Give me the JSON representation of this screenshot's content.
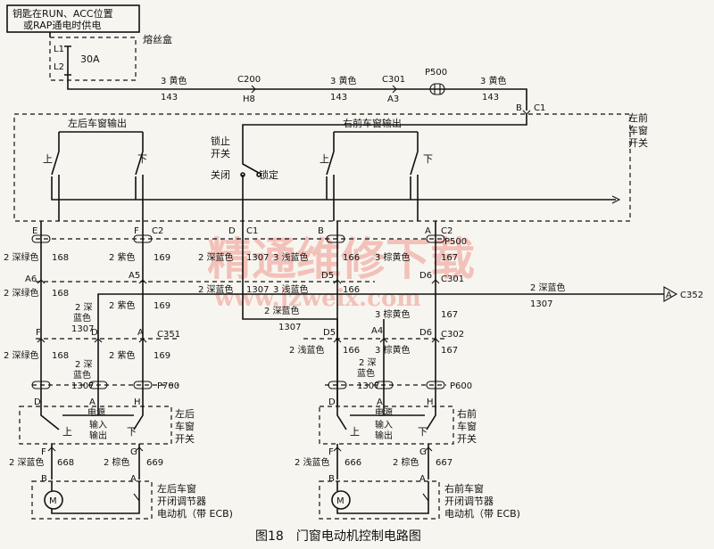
{
  "header_box": {
    "line1": "钥匙在RUN、ACC位置",
    "line2": "或RAP通电时供电"
  },
  "fuse": {
    "pin_l1": "L1",
    "pin_l2": "L2",
    "rating": "30A",
    "name": "熔丝盒"
  },
  "top_wire": {
    "seg1_color": "3 黄色",
    "seg1_num": "143",
    "c200": "C200",
    "c200_pin": "H8",
    "seg2_color": "3 黄色",
    "seg2_num": "143",
    "c301": "C301",
    "c301_pin": "A3",
    "p500": "P500",
    "seg3_color": "3 黄色",
    "seg3_num": "143",
    "c1_pin": "B",
    "c1": "C1"
  },
  "master_switch": {
    "rl_output": "左后车窗输出",
    "rr_output": "右前车窗输出",
    "title_l1": "左前",
    "title_l2": "车窗",
    "title_l3": "开关",
    "up": "上",
    "down": "下",
    "lock_l1": "锁止",
    "lock_l2": "开关",
    "close": "关闭",
    "lock": "锁定"
  },
  "master_pins": {
    "e": "E",
    "f": "F",
    "c2a": "C2",
    "d": "D",
    "c1": "C1",
    "b": "B",
    "a": "A",
    "c2b": "C2",
    "p500": "P500"
  },
  "left_wires": {
    "w1_color": "2 深绿色",
    "w1_num": "168",
    "w2_color": "2 紫色",
    "w2_num": "169",
    "a6": "A6",
    "a5": "A5",
    "w3_color": "2 深绿色",
    "w3_num": "168",
    "db_l1": "2 深",
    "db_l2": "蓝色",
    "db_num": "1307",
    "w4_color": "2 紫色",
    "w4_num": "169",
    "f": "F",
    "d": "D",
    "a": "A",
    "c351": "C351",
    "w5_color": "2 深绿色",
    "w5_num": "168",
    "db2_l1": "2 深",
    "db2_l2": "蓝色",
    "db2_num": "1307",
    "w6_color": "2 紫色",
    "w6_num": "169",
    "d2": "D",
    "a2": "A",
    "h": "H",
    "p700": "P700"
  },
  "center_wires": {
    "db_color": "2 深蓝色",
    "db_num": "1307",
    "lb_color": "3 浅蓝色",
    "lb_num": "166",
    "br_color": "3 棕黄色",
    "br_num": "167",
    "d5": "D5",
    "d6": "D6",
    "c301": "C301",
    "db2_color": "2 深蓝色",
    "db2_num": "1307",
    "lb2_color": "3 浅蓝色",
    "lb2_num": "166",
    "db3_color": "2 深蓝色",
    "db3_num": "1307",
    "br2_color": "3 棕黄色",
    "br2_num": "167",
    "long_color": "2 深蓝色",
    "long_num": "1307",
    "c352_pin": "A",
    "c352": "C352"
  },
  "right_wires": {
    "d5": "D5",
    "a4": "A4",
    "d6": "D6",
    "c302": "C302",
    "lb_color": "2 浅蓝色",
    "lb_num": "166",
    "db_l1": "2 深",
    "db_l2": "蓝色",
    "db_num": "1307",
    "br_color": "3 棕黄色",
    "br_num": "167",
    "d": "D",
    "a": "A",
    "h": "H",
    "p600": "P600"
  },
  "rl_switch": {
    "power": "电源",
    "in_l1": "输入",
    "in_l2": "输出",
    "up": "上",
    "down": "下",
    "t1": "左后",
    "t2": "车窗",
    "t3": "开关"
  },
  "rr_switch": {
    "power": "电源",
    "in_l1": "输入",
    "in_l2": "输出",
    "up": "上",
    "down": "下",
    "t1": "右前",
    "t2": "车窗",
    "t3": "开关"
  },
  "rl_motor_wires": {
    "f": "F",
    "g": "G",
    "w1_color": "2 深蓝色",
    "w1_num": "668",
    "w2_color": "2 棕色",
    "w2_num": "669",
    "b": "B",
    "a": "A"
  },
  "rr_motor_wires": {
    "f": "F",
    "g": "G",
    "w1_color": "2 浅蓝色",
    "w1_num": "666",
    "w2_color": "2 棕色",
    "w2_num": "667",
    "b": "B",
    "a": "A"
  },
  "rl_motor": {
    "m": "M",
    "l1": "左后车窗",
    "l2": "开闭调节器",
    "l3": "电动机（带 ECB)"
  },
  "rr_motor": {
    "m": "M",
    "l1": "右前车窗",
    "l2": "开闭调节器",
    "l3": "电动机（带 ECB)"
  },
  "caption": "图18　门窗电动机控制电路图",
  "watermark": {
    "cn": "精通维修下载",
    "url": "www.jzweix.com",
    "color": "#f2b8b0"
  }
}
